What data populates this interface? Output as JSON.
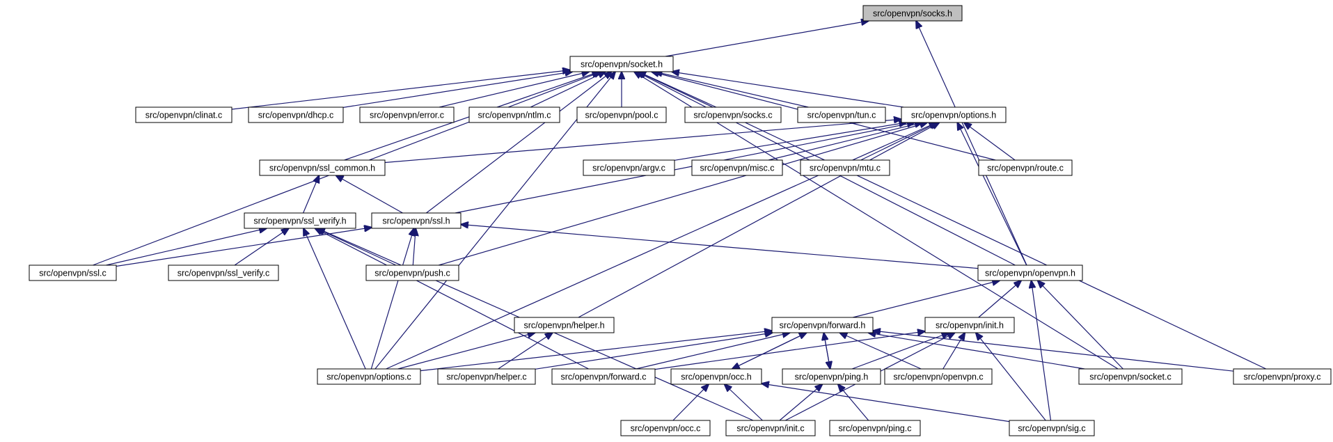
{
  "graph": {
    "colors": {
      "edge": "#191970",
      "root_fill": "#bfbfbf",
      "node_fill": "#ffffff",
      "node_border": "#000000"
    },
    "nodes": [
      {
        "id": "socks_h",
        "label": "src/openvpn/socks.h",
        "root": true
      },
      {
        "id": "socket_h",
        "label": "src/openvpn/socket.h"
      },
      {
        "id": "clinat_c",
        "label": "src/openvpn/clinat.c"
      },
      {
        "id": "dhcp_c",
        "label": "src/openvpn/dhcp.c"
      },
      {
        "id": "error_c",
        "label": "src/openvpn/error.c"
      },
      {
        "id": "ntlm_c",
        "label": "src/openvpn/ntlm.c"
      },
      {
        "id": "pool_c",
        "label": "src/openvpn/pool.c"
      },
      {
        "id": "socks_c",
        "label": "src/openvpn/socks.c"
      },
      {
        "id": "tun_c",
        "label": "src/openvpn/tun.c"
      },
      {
        "id": "options_h",
        "label": "src/openvpn/options.h"
      },
      {
        "id": "ssl_common_h",
        "label": "src/openvpn/ssl_common.h"
      },
      {
        "id": "argv_c",
        "label": "src/openvpn/argv.c"
      },
      {
        "id": "misc_c",
        "label": "src/openvpn/misc.c"
      },
      {
        "id": "mtu_c",
        "label": "src/openvpn/mtu.c"
      },
      {
        "id": "route_c",
        "label": "src/openvpn/route.c"
      },
      {
        "id": "ssl_verify_h",
        "label": "src/openvpn/ssl_verify.h"
      },
      {
        "id": "ssl_h",
        "label": "src/openvpn/ssl.h"
      },
      {
        "id": "ssl_c",
        "label": "src/openvpn/ssl.c"
      },
      {
        "id": "ssl_verify_c",
        "label": "src/openvpn/ssl_verify.c"
      },
      {
        "id": "push_c",
        "label": "src/openvpn/push.c"
      },
      {
        "id": "openvpn_h",
        "label": "src/openvpn/openvpn.h"
      },
      {
        "id": "helper_h",
        "label": "src/openvpn/helper.h"
      },
      {
        "id": "forward_h",
        "label": "src/openvpn/forward.h"
      },
      {
        "id": "init_h",
        "label": "src/openvpn/init.h"
      },
      {
        "id": "options_c",
        "label": "src/openvpn/options.c"
      },
      {
        "id": "helper_c",
        "label": "src/openvpn/helper.c"
      },
      {
        "id": "forward_c",
        "label": "src/openvpn/forward.c"
      },
      {
        "id": "occ_h",
        "label": "src/openvpn/occ.h"
      },
      {
        "id": "ping_h",
        "label": "src/openvpn/ping.h"
      },
      {
        "id": "openvpn_c",
        "label": "src/openvpn/openvpn.c"
      },
      {
        "id": "socket_c",
        "label": "src/openvpn/socket.c"
      },
      {
        "id": "proxy_c",
        "label": "src/openvpn/proxy.c"
      },
      {
        "id": "occ_c",
        "label": "src/openvpn/occ.c"
      },
      {
        "id": "init_c",
        "label": "src/openvpn/init.c"
      },
      {
        "id": "ping_c",
        "label": "src/openvpn/ping.c"
      },
      {
        "id": "sig_c",
        "label": "src/openvpn/sig.c"
      }
    ],
    "edges": [
      [
        "socket_h",
        "socks_h"
      ],
      [
        "openvpn_h",
        "socks_h"
      ],
      [
        "clinat_c",
        "socket_h"
      ],
      [
        "dhcp_c",
        "socket_h"
      ],
      [
        "error_c",
        "socket_h"
      ],
      [
        "ntlm_c",
        "socket_h"
      ],
      [
        "pool_c",
        "socket_h"
      ],
      [
        "socks_c",
        "socket_h"
      ],
      [
        "tun_c",
        "socket_h"
      ],
      [
        "options_h",
        "socket_h"
      ],
      [
        "ssl_common_h",
        "socket_h"
      ],
      [
        "ssl_h",
        "socket_h"
      ],
      [
        "ssl_c",
        "socket_h"
      ],
      [
        "options_c",
        "socket_h"
      ],
      [
        "route_c",
        "socket_h"
      ],
      [
        "openvpn_h",
        "socket_h"
      ],
      [
        "socket_c",
        "socket_h"
      ],
      [
        "proxy_c",
        "socket_h"
      ],
      [
        "ssl_common_h",
        "options_h"
      ],
      [
        "argv_c",
        "options_h"
      ],
      [
        "misc_c",
        "options_h"
      ],
      [
        "mtu_c",
        "options_h"
      ],
      [
        "route_c",
        "options_h"
      ],
      [
        "ssl_h",
        "options_h"
      ],
      [
        "push_c",
        "options_h"
      ],
      [
        "options_c",
        "options_h"
      ],
      [
        "helper_h",
        "options_h"
      ],
      [
        "openvpn_h",
        "options_h"
      ],
      [
        "ssl_verify_h",
        "ssl_common_h"
      ],
      [
        "ssl_h",
        "ssl_common_h"
      ],
      [
        "ssl_c",
        "ssl_verify_h"
      ],
      [
        "ssl_verify_c",
        "ssl_verify_h"
      ],
      [
        "push_c",
        "ssl_verify_h"
      ],
      [
        "options_c",
        "ssl_verify_h"
      ],
      [
        "forward_c",
        "ssl_verify_h"
      ],
      [
        "init_c",
        "ssl_verify_h"
      ],
      [
        "ssl_c",
        "ssl_h"
      ],
      [
        "push_c",
        "ssl_h"
      ],
      [
        "options_c",
        "ssl_h"
      ],
      [
        "openvpn_h",
        "ssl_h"
      ],
      [
        "forward_h",
        "openvpn_h"
      ],
      [
        "init_h",
        "openvpn_h"
      ],
      [
        "socket_c",
        "openvpn_h"
      ],
      [
        "sig_c",
        "openvpn_h"
      ],
      [
        "options_c",
        "helper_h"
      ],
      [
        "helper_c",
        "helper_h"
      ],
      [
        "options_c",
        "forward_h"
      ],
      [
        "helper_c",
        "forward_h"
      ],
      [
        "forward_c",
        "forward_h"
      ],
      [
        "occ_h",
        "forward_h"
      ],
      [
        "ping_h",
        "forward_h"
      ],
      [
        "openvpn_c",
        "forward_h"
      ],
      [
        "socket_c",
        "forward_h"
      ],
      [
        "proxy_c",
        "forward_h"
      ],
      [
        "forward_c",
        "init_h"
      ],
      [
        "ping_h",
        "init_h"
      ],
      [
        "openvpn_c",
        "init_h"
      ],
      [
        "init_c",
        "init_h"
      ],
      [
        "sig_c",
        "init_h"
      ],
      [
        "forward_h",
        "occ_h"
      ],
      [
        "forward_h",
        "ping_h"
      ],
      [
        "occ_c",
        "occ_h"
      ],
      [
        "init_c",
        "occ_h"
      ],
      [
        "sig_c",
        "occ_h"
      ],
      [
        "init_c",
        "ping_h"
      ],
      [
        "ping_c",
        "ping_h"
      ]
    ]
  }
}
